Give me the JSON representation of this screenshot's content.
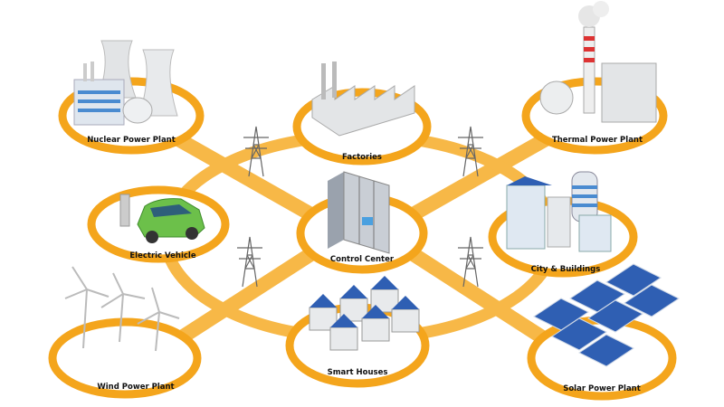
{
  "colors": {
    "ring": "#f4a51c",
    "band": "#f7b847",
    "building": "#d9dde2",
    "solar": "#2f5fb3",
    "car": "#6cc04a"
  },
  "nodes": [
    {
      "id": "nuclear",
      "label": "Nuclear Power Plant",
      "icon": "nuclear-plant-icon"
    },
    {
      "id": "factories",
      "label": "Factories",
      "icon": "factory-icon"
    },
    {
      "id": "thermal",
      "label": "Thermal Power Plant",
      "icon": "thermal-plant-icon"
    },
    {
      "id": "ev",
      "label": "Electric Vehicle",
      "icon": "electric-car-icon"
    },
    {
      "id": "control",
      "label": "Control Center",
      "icon": "server-rack-icon"
    },
    {
      "id": "city",
      "label": "City & Buildings",
      "icon": "city-buildings-icon"
    },
    {
      "id": "wind",
      "label": "Wind Power Plant",
      "icon": "wind-turbine-icon"
    },
    {
      "id": "houses",
      "label": "Smart Houses",
      "icon": "smart-house-icon"
    },
    {
      "id": "solar",
      "label": "Solar Power Plant",
      "icon": "solar-panel-icon"
    }
  ]
}
